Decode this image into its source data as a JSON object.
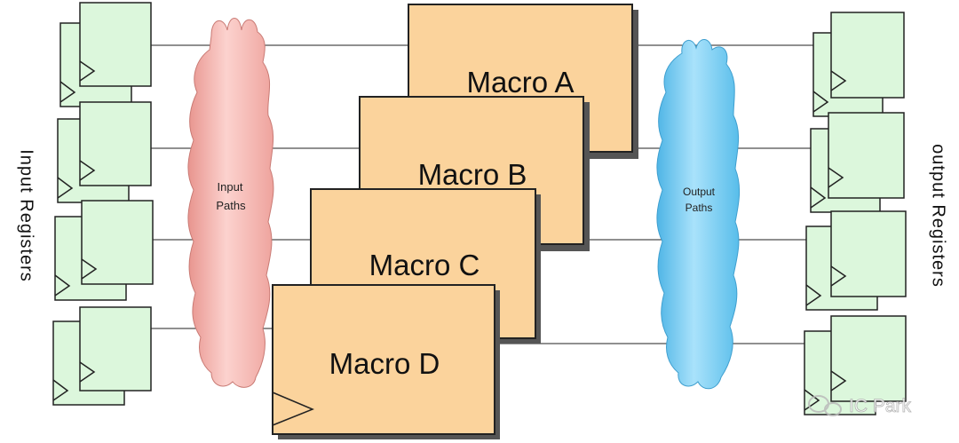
{
  "input_registers_label": "Input  Registers",
  "output_registers_label": "output  Registers",
  "input_paths_label": [
    "Input",
    "Paths"
  ],
  "output_paths_label": [
    "Output",
    "Paths"
  ],
  "macros": [
    "Macro A",
    "Macro B",
    "Macro C",
    "Macro D"
  ],
  "watermark": "IC Park",
  "colors": {
    "register_fill": "#dcf7dc",
    "macro_fill": "#fbd39c",
    "input_cloud": "#f8b9b4",
    "output_cloud": "#7fcff3"
  }
}
